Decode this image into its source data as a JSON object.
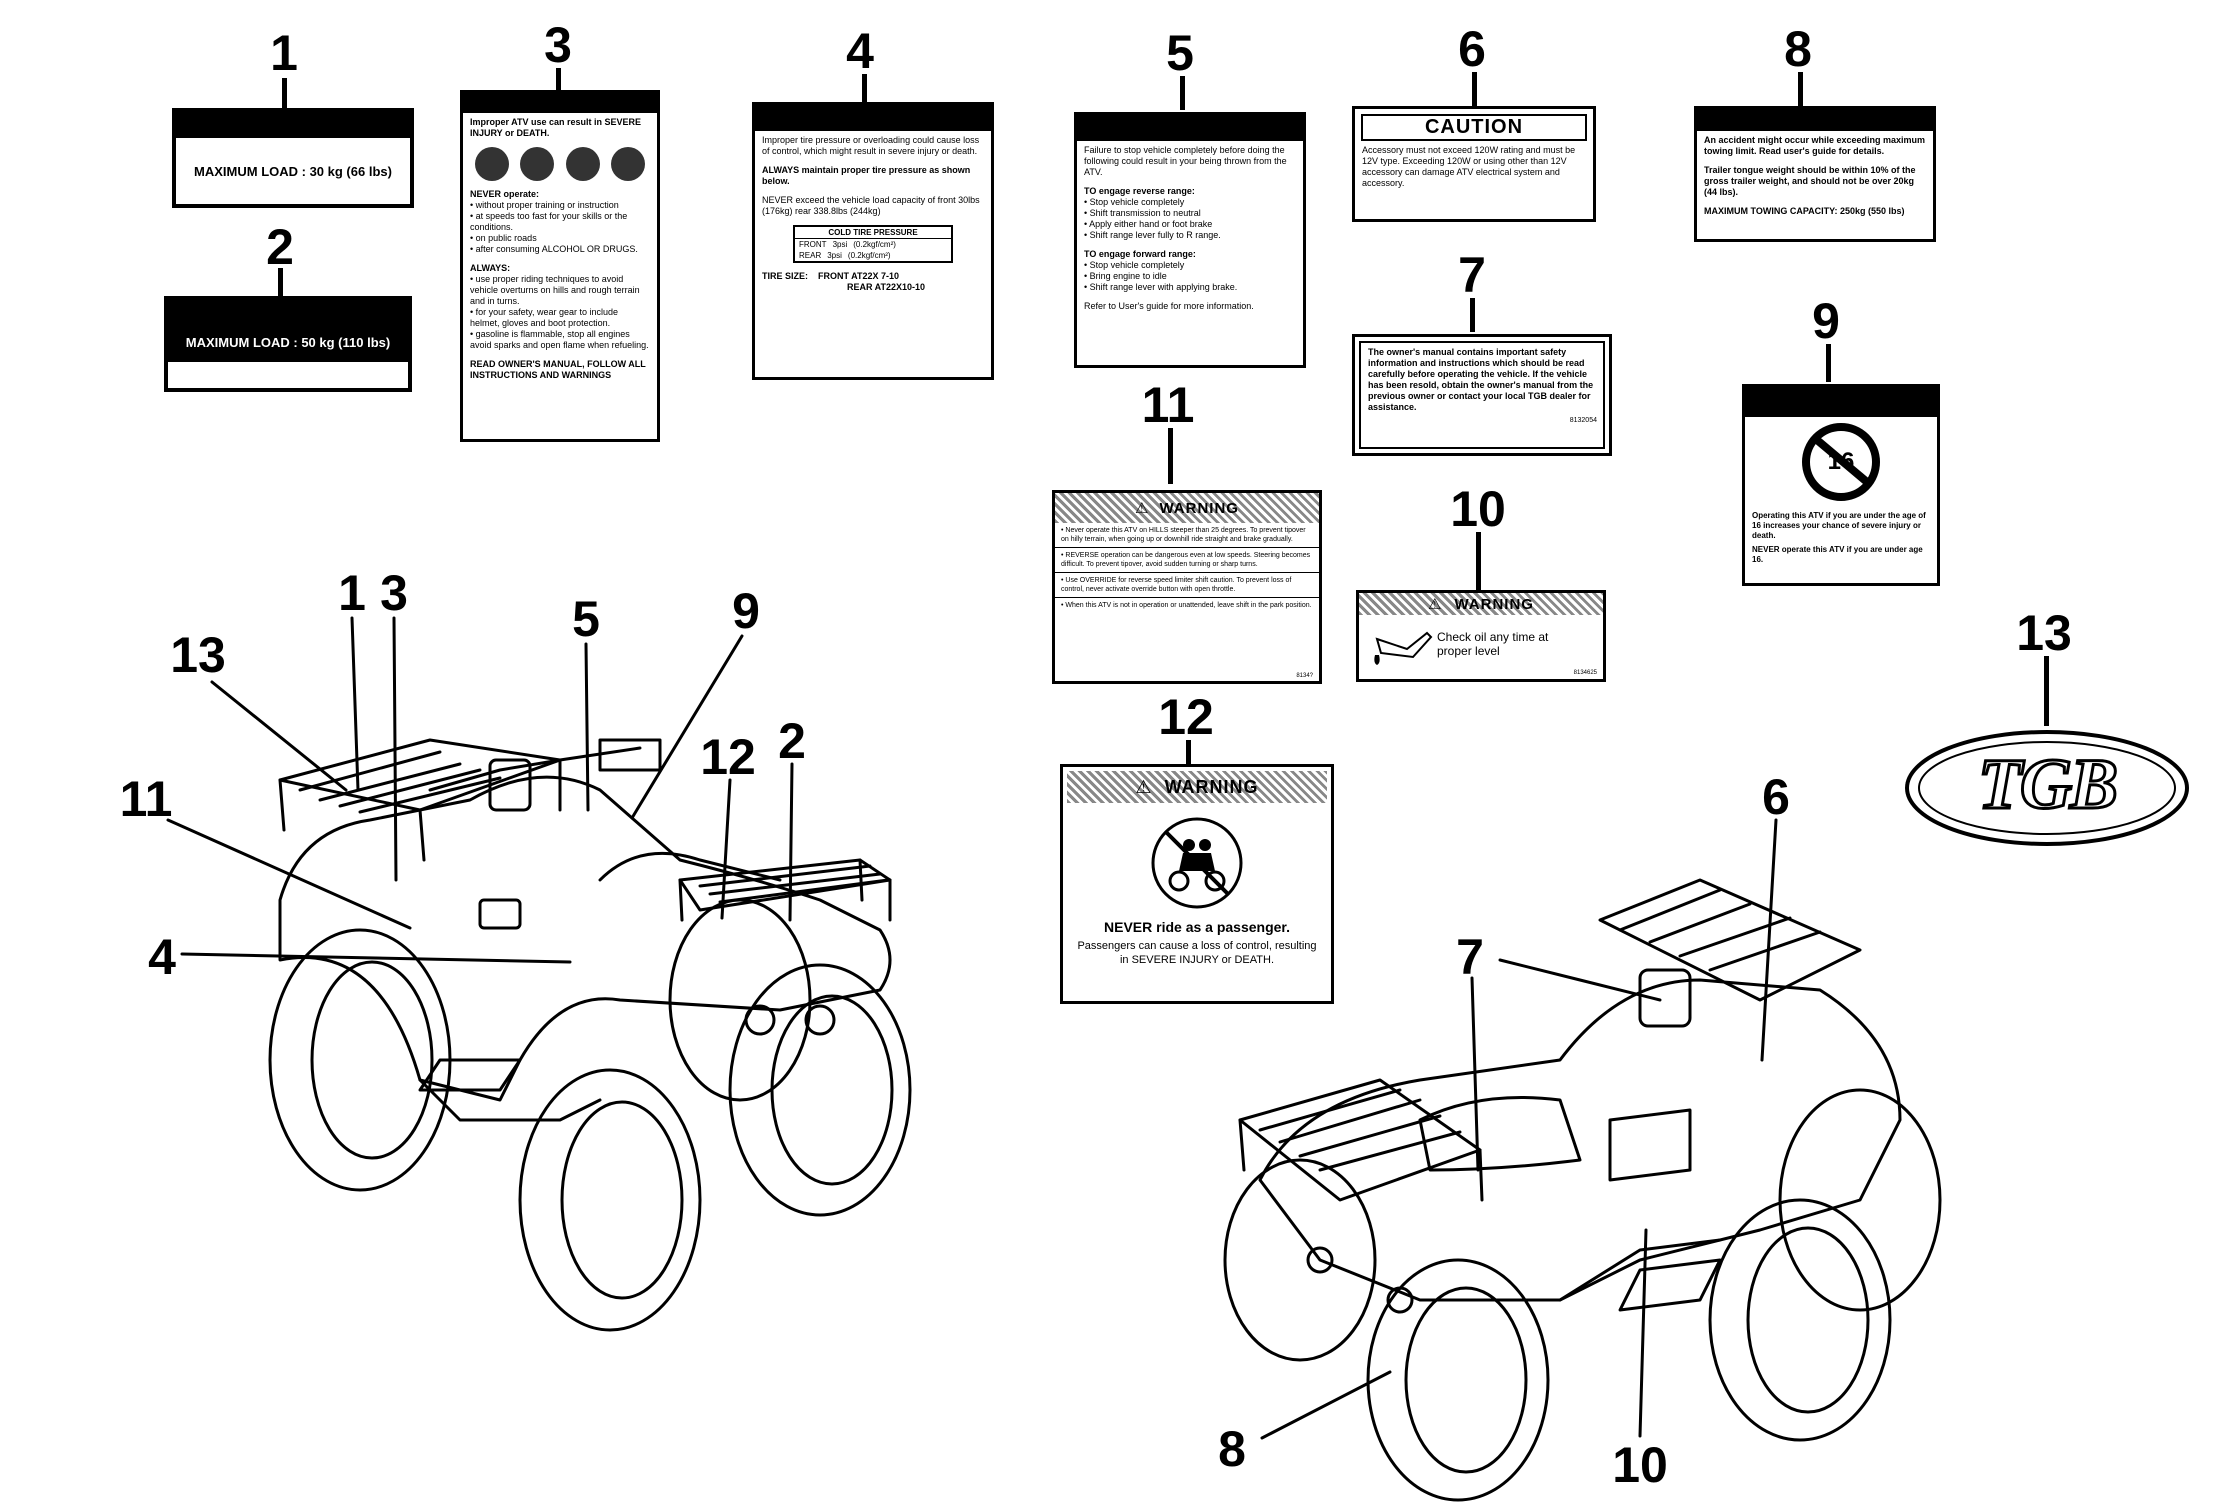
{
  "callouts": {
    "top": [
      "1",
      "2",
      "3",
      "4",
      "5",
      "6",
      "7",
      "8",
      "9",
      "10",
      "11",
      "12",
      "13"
    ],
    "left_atv": [
      "1",
      "3",
      "5",
      "9",
      "13",
      "11",
      "12",
      "2",
      "4"
    ],
    "right_atv": [
      "6",
      "7",
      "8",
      "10"
    ]
  },
  "label1": {
    "text": "MAXIMUM LOAD : 30 kg (66 lbs)"
  },
  "label2": {
    "text": "MAXIMUM LOAD : 50 kg (110 lbs)"
  },
  "label3": {
    "intro": "Improper ATV use can result in SEVERE INJURY or DEATH.",
    "never_title": "NEVER operate:",
    "never_items": [
      "• without proper training or instruction",
      "• at speeds too fast for your skills or the conditions.",
      "• on public roads",
      "• after consuming ALCOHOL OR DRUGS."
    ],
    "always_title": "ALWAYS:",
    "always_items": [
      "• use proper riding techniques to avoid vehicle overturns on hills and rough terrain and in turns.",
      "• for your safety, wear gear to include helmet, gloves and boot protection.",
      "• gasoline is flammable, stop all engines avoid sparks and open flame when refueling."
    ],
    "footer": "READ OWNER'S MANUAL, FOLLOW ALL INSTRUCTIONS AND WARNINGS"
  },
  "label4": {
    "intro": "Improper tire pressure or overloading could cause loss of control, which might result in severe injury or death.",
    "always": "ALWAYS maintain proper tire pressure as shown below.",
    "never": "NEVER exceed the vehicle load capacity of front 30lbs (176kg) rear 338.8lbs (244kg)",
    "table_title": "COLD TIRE PRESSURE",
    "rows": [
      [
        "FRONT",
        "3psi",
        "(0.2kgf/cm²)"
      ],
      [
        "REAR",
        "3psi",
        "(0.2kgf/cm²)"
      ]
    ],
    "tire_size_label": "TIRE SIZE:",
    "front": "FRONT   AT22X 7-10",
    "rear": "REAR   AT22X10-10"
  },
  "label5": {
    "intro": "Failure to stop vehicle completely before doing the following could result in your being thrown from the ATV.",
    "reverse_title": "TO engage reverse range:",
    "reverse_items": [
      "• Stop vehicle completely",
      "• Shift transmission to neutral",
      "• Apply either hand or foot brake",
      "• Shift range lever fully to R range."
    ],
    "forward_title": "TO engage forward range:",
    "forward_items": [
      "• Stop vehicle completely",
      "• Bring engine to idle",
      "• Shift range lever with applying brake."
    ],
    "footer": "Refer to User's guide for more information."
  },
  "label6": {
    "title": "CAUTION",
    "text": "Accessory must not exceed 120W rating and must be 12V type. Exceeding 120W or using other than 12V accessory can damage ATV electrical system and accessory."
  },
  "label7": {
    "text": "The owner's manual contains important safety information and instructions which should be read carefully before operating the vehicle. If the vehicle has been resold, obtain the owner's manual from the previous owner or contact your local TGB dealer for assistance.",
    "code": "8132054"
  },
  "label8": {
    "p1": "An accident might occur while exceeding maximum towing limit. Read user's guide for details.",
    "p2": "Trailer tongue weight should be within 10% of the gross trailer weight, and should not be over 20kg (44 lbs).",
    "p3": "MAXIMUM TOWING CAPACITY: 250kg (550 lbs)"
  },
  "label9": {
    "badge": "16",
    "p1": "Operating this ATV if you are under the age of 16 increases your chance of severe injury or death.",
    "p2": "NEVER operate this ATV if you are under age 16."
  },
  "label10": {
    "title": "WARNING",
    "text": "Check oil any time at proper level",
    "code": "8134625"
  },
  "label11": {
    "title": "WARNING",
    "items": [
      "• Never operate this ATV on HILLS steeper than 25 degrees. To prevent tipover on hilly terrain, when going up or downhill ride straight and brake gradually.",
      "• REVERSE operation can be dangerous even at low speeds. Steering becomes difficult. To prevent tipover, avoid sudden turning or sharp turns.",
      "• Use OVERRIDE for reverse speed limiter shift caution. To prevent loss of control, never activate override button with open throttle.",
      "• When this ATV is not in operation or unattended, leave shift in the park position."
    ],
    "code": "8134?"
  },
  "label12": {
    "title": "WARNING",
    "line1": "NEVER ride as a passenger.",
    "line2": "Passengers can cause a loss of control, resulting in SEVERE INJURY or DEATH."
  },
  "emblem": {
    "text": "TGB"
  }
}
